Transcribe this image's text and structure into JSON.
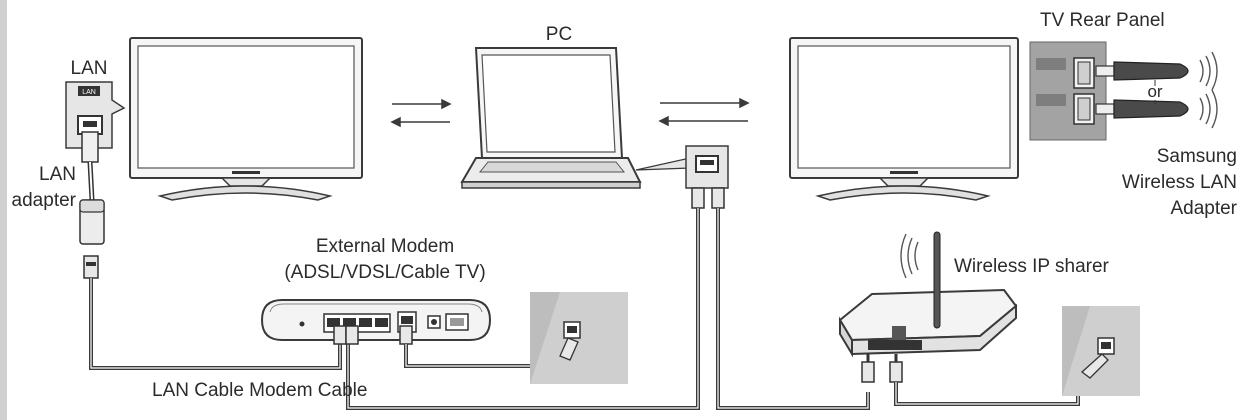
{
  "labels": {
    "lan": "LAN",
    "lan_adapter_line1": "LAN",
    "lan_adapter_line2": "adapter",
    "pc": "PC",
    "tv_rear_panel": "TV Rear Panel",
    "or": "or",
    "samsung_wireless_line1": "Samsung",
    "samsung_wireless_line2": "Wireless LAN",
    "samsung_wireless_line3": "Adapter",
    "external_modem_line1": "External Modem",
    "external_modem_line2": "(ADSL/VDSL/Cable TV)",
    "wireless_ip_sharer": "Wireless IP sharer",
    "lan_cable_modem_cable": "LAN Cable Modem Cable"
  },
  "port_labels": {
    "lan_port": "LAN"
  },
  "colors": {
    "background": "#ffffff",
    "line": "#3a3a3a",
    "device_fill": "#f2f2f2",
    "wall": "#c9c9c9",
    "rear_panel": "#9a9a9a"
  },
  "icons": [
    "tv",
    "laptop",
    "modem",
    "router",
    "wall-jack",
    "usb-dongle",
    "lan-adapter",
    "rj45-plug",
    "wireless-waves",
    "arrows"
  ]
}
